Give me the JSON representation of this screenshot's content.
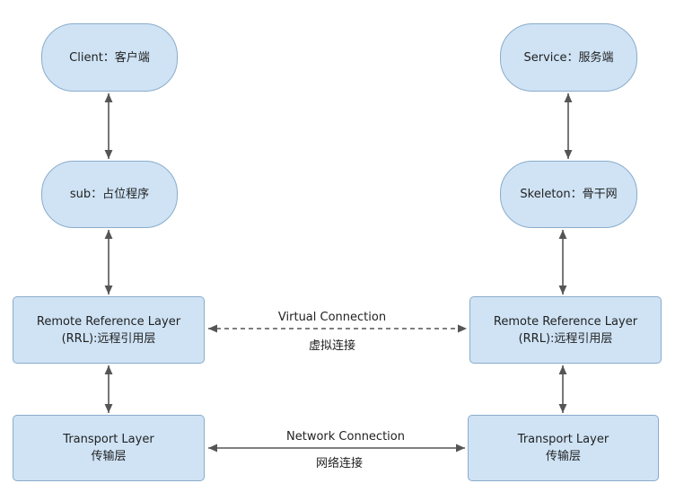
{
  "nodes": {
    "client": {
      "line1": "Client：客户端"
    },
    "service": {
      "line1": "Service：服务端"
    },
    "sub": {
      "line1": "sub：占位程序"
    },
    "skeleton": {
      "line1": "Skeleton：骨干网"
    },
    "rrl_left": {
      "line1": "Remote Reference Layer",
      "line2": "(RRL):远程引用层"
    },
    "rrl_right": {
      "line1": "Remote Reference Layer",
      "line2": "(RRL):远程引用层"
    },
    "tl_left": {
      "line1": "Transport  Layer",
      "line2": "传输层"
    },
    "tl_right": {
      "line1": "Transport  Layer",
      "line2": "传输层"
    }
  },
  "edges": {
    "virtual": {
      "label_en": "Virtual Connection",
      "label_zh": "虚拟连接"
    },
    "network": {
      "label_en": "Network Connection",
      "label_zh": "网络连接"
    }
  },
  "colors": {
    "node_fill": "#cfe3f5",
    "node_border": "#8aaccb",
    "arrow": "#555555"
  }
}
